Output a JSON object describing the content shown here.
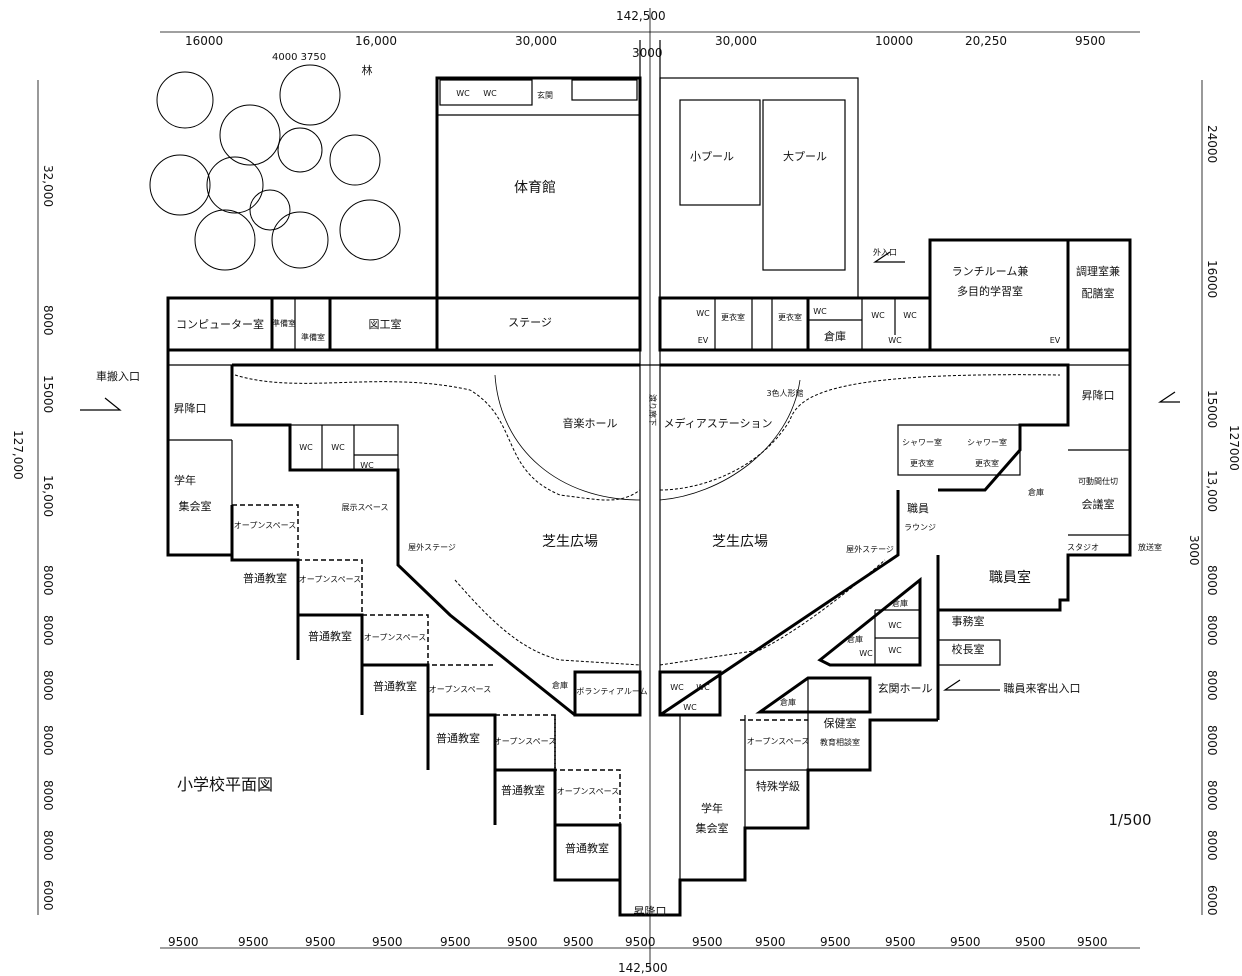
{
  "title": "小学校平面図",
  "scale": "1/500",
  "dimensions": {
    "overall_width": "142,500",
    "top": [
      "16000",
      "16,000",
      "30,000",
      "30,000",
      "10000",
      "20,250",
      "9500"
    ],
    "top_sub": "4000 3750",
    "corridor": "3000",
    "left": [
      "32,000",
      "8000",
      "15000",
      "16,000",
      "8000",
      "8000",
      "8000",
      "8000",
      "8000",
      "8000",
      "6000"
    ],
    "left_total": "127,000",
    "right": [
      "24000",
      "16000",
      "15000",
      "13,000",
      "3000",
      "8000",
      "8000",
      "8000",
      "8000",
      "8000",
      "8000",
      "6000"
    ],
    "right_total": "127000",
    "bottom": [
      "9500",
      "9500",
      "9500",
      "9500",
      "9500",
      "9500",
      "9500",
      "9500",
      "9500",
      "9500",
      "9500",
      "9500",
      "9500",
      "9500",
      "9500"
    ],
    "bottom_total": "142,500"
  },
  "rooms": [
    "体育館",
    "小プール",
    "大プール",
    "玄関",
    "コンピューター室",
    "準備室",
    "準備室",
    "図工室",
    "ステージ",
    "更衣室",
    "更衣室",
    "倉庫",
    "ランチルーム兼",
    "多目的学習室",
    "調理室兼",
    "配膳室",
    "昇降口",
    "昇降口",
    "音楽ホール",
    "渡り廊下",
    "メディアステーション",
    "3色人形館",
    "学年",
    "集会室",
    "展示スペース",
    "屋外ステージ",
    "芝生広場",
    "芝生広場",
    "屋外ステージ",
    "シャワー室",
    "更衣室",
    "シャワー室",
    "更衣室",
    "職員",
    "ラウンジ",
    "倉庫",
    "可動間仕切",
    "会議室",
    "スタジオ",
    "放送室",
    "職員室",
    "事務室",
    "校長室",
    "倉庫",
    "倉庫",
    "玄関ホール",
    "職員来客出入口",
    "倉庫",
    "保健室",
    "教育相談室",
    "ボランティアルーム",
    "倉庫",
    "オープンスペース",
    "普通教室",
    "オープンスペース",
    "普通教室",
    "オープンスペース",
    "普通教室",
    "オープンスペース",
    "普通教室",
    "オープンスペース",
    "普通教室",
    "オープンスペース",
    "普通教室",
    "オープンスペース",
    "特殊学級",
    "学年",
    "集会室",
    "昇降口",
    "車搬入口",
    "外入口",
    "林"
  ],
  "wc_label": "WC",
  "ev_label": "EV"
}
